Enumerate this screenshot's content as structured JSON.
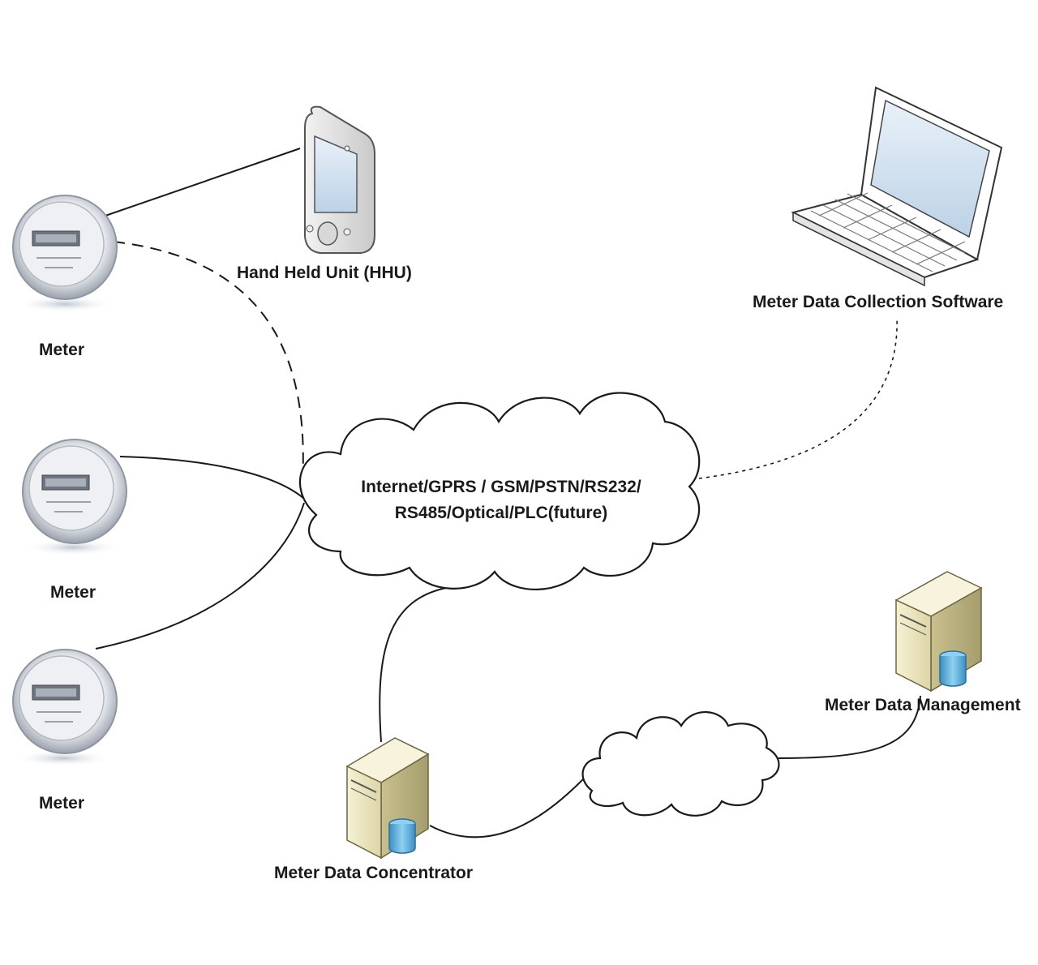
{
  "nodes": {
    "meter_top": {
      "label": "Meter",
      "icon": "electric-meter-icon"
    },
    "meter_middle": {
      "label": "Meter",
      "icon": "electric-meter-icon"
    },
    "meter_bottom": {
      "label": "Meter",
      "icon": "electric-meter-icon"
    },
    "hhu": {
      "label": "Hand Held Unit (HHU)",
      "icon": "handheld-device-icon"
    },
    "software": {
      "label": "Meter Data Collection Software",
      "icon": "laptop-icon"
    },
    "concentrator": {
      "label": "Meter Data Concentrator",
      "icon": "server-database-icon"
    },
    "management": {
      "label": "Meter Data Management",
      "icon": "server-database-icon"
    }
  },
  "network_cloud": {
    "line1": "Internet/GPRS / GSM/PSTN/RS232/",
    "line2": "RS485/Optical/PLC(future)"
  },
  "wan_cloud": {
    "label": ""
  },
  "links": [
    {
      "from": "meter_top",
      "to": "hhu",
      "style": "solid"
    },
    {
      "from": "meter_top",
      "to": "network_cloud",
      "style": "dashed"
    },
    {
      "from": "meter_middle",
      "to": "network_cloud",
      "style": "solid"
    },
    {
      "from": "meter_bottom",
      "to": "network_cloud",
      "style": "solid"
    },
    {
      "from": "network_cloud",
      "to": "software",
      "style": "dotted"
    },
    {
      "from": "network_cloud",
      "to": "concentrator",
      "style": "solid"
    },
    {
      "from": "concentrator",
      "to": "wan_cloud",
      "style": "solid"
    },
    {
      "from": "wan_cloud",
      "to": "management",
      "style": "solid"
    }
  ],
  "colors": {
    "line": "#1a1a1a",
    "server_body": "#ece6bf",
    "database": "#5fb0dd",
    "screen": "#dbe8f4",
    "meter_ring": "#c9ced6"
  }
}
